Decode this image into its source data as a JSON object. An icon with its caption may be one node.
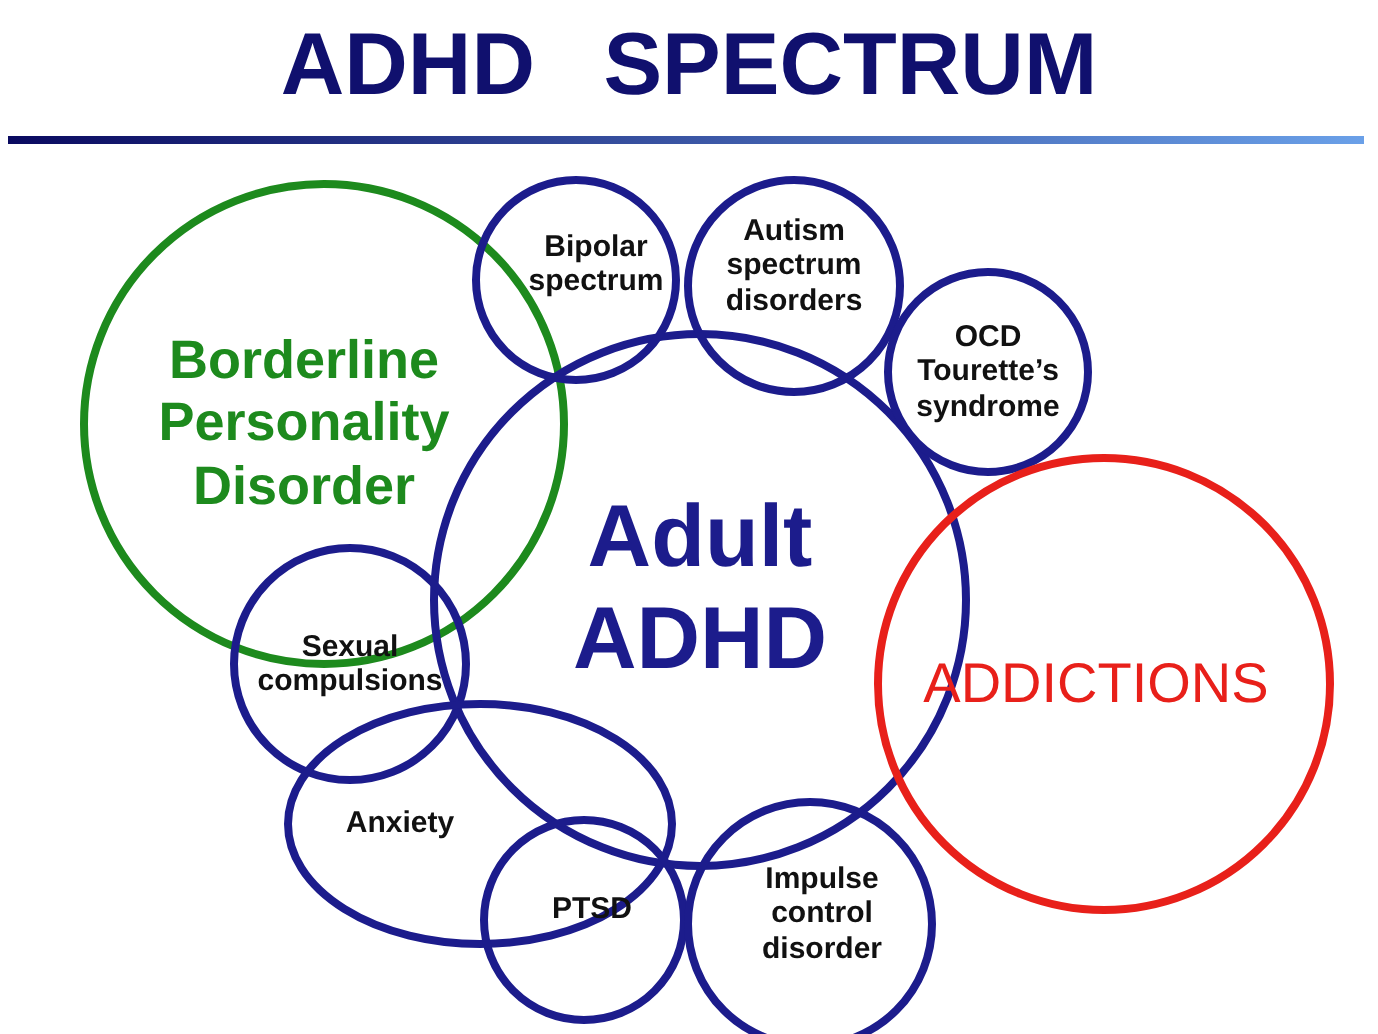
{
  "diagram": {
    "title": "ADHD SPECTRUM",
    "nodes": [
      {
        "text": [
          "Adult ADHD"
        ]
      },
      {
        "text": [
          "Borderline Personality Disorder"
        ]
      },
      {
        "text": [
          "Bipolar spectrum"
        ]
      },
      {
        "text": [
          "Autism spectrum disorders"
        ]
      },
      {
        "text": [
          "OCD Tourette’s syndrome"
        ]
      },
      {
        "text": [
          "ADDICTIONS"
        ]
      },
      {
        "text": [
          "Sexual compulsions"
        ]
      },
      {
        "text": [
          "Anxiety"
        ]
      },
      {
        "text": [
          "PTSD"
        ]
      },
      {
        "text": [
          "Impulse control disorder"
        ]
      }
    ]
  }
}
